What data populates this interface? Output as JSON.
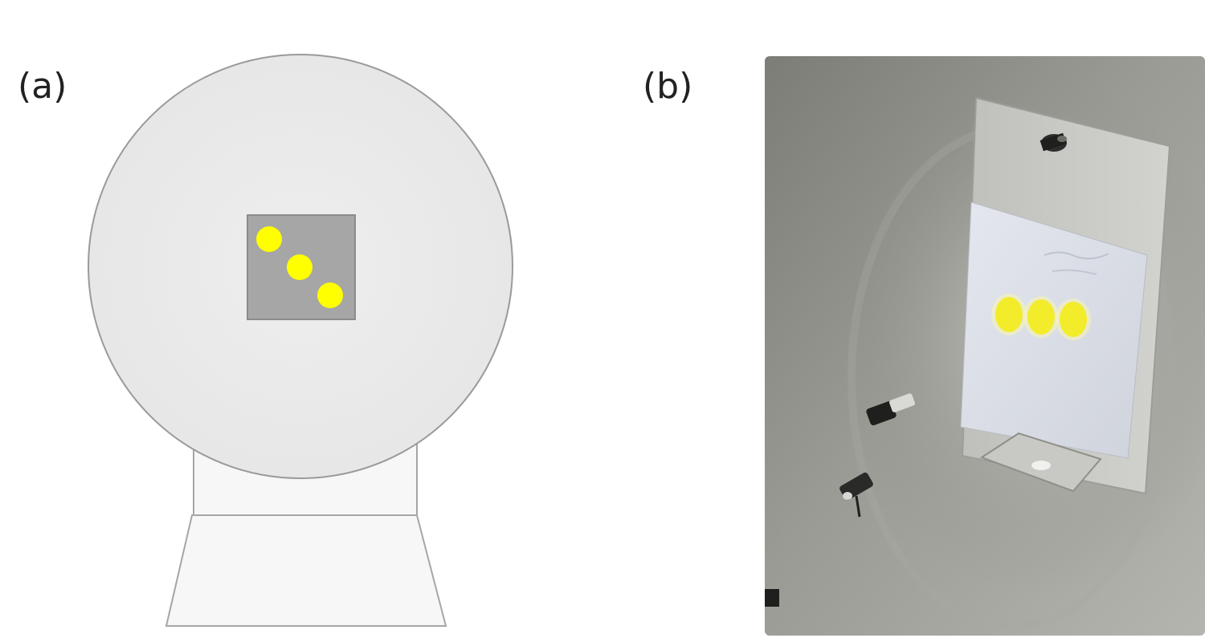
{
  "panels": {
    "a": {
      "label": "(a)"
    },
    "b": {
      "label": "(b)"
    }
  },
  "colors": {
    "sphere_fill": "#ebebeb",
    "outline": "#a6a6a6",
    "plate_fill": "#a6a6a6",
    "spot": "#ffff00",
    "spot_lit": "#f3ec2a",
    "photo_bg": "#8a8b84",
    "photo_paper": "#dfe3ea"
  },
  "diagram_a": {
    "spot_count": 3,
    "spot_arrangement": "diagonal"
  },
  "photo_b": {
    "spot_count": 3,
    "spot_arrangement": "horizontal"
  }
}
